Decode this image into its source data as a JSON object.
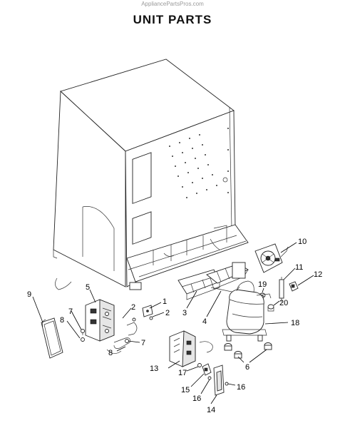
{
  "watermark": "AppliancePartsPros.com",
  "title": "UNIT PARTS",
  "callouts": {
    "c1": "1",
    "c2a": "2",
    "c2b": "2",
    "c3": "3",
    "c4": "4",
    "c5": "5",
    "c6": "6",
    "c7a": "7",
    "c7b": "7",
    "c8a": "8",
    "c8b": "8",
    "c9": "9",
    "c10": "10",
    "c11": "11",
    "c12": "12",
    "c13": "13",
    "c14": "14",
    "c15": "15",
    "c16a": "16",
    "c16b": "16",
    "c17": "17",
    "c18": "18",
    "c19": "19",
    "c20": "20"
  }
}
